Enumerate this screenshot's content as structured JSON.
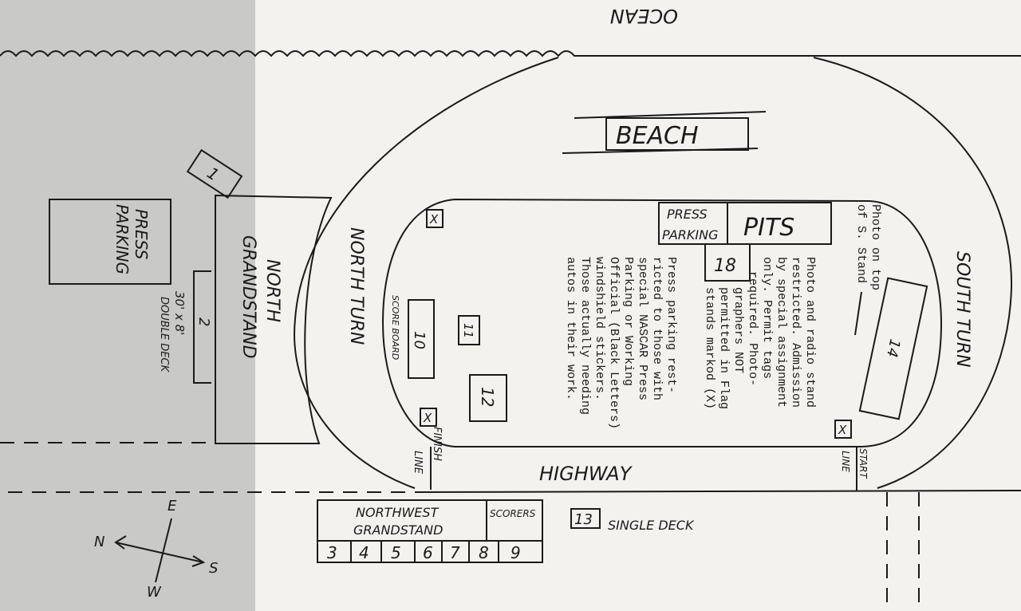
{
  "labels": {
    "ocean": "OCEAN",
    "beach": "BEACH",
    "north_turn": "NORTH TURN",
    "south_turn": "SOUTH TURN",
    "highway": "HIGHWAY",
    "press_parking_outer_1": "PRESS",
    "press_parking_outer_2": "PARKING",
    "north_grandstand_1": "NORTH",
    "north_grandstand_2": "GRANDSTAND",
    "stand_1": "1",
    "stand_2": "2",
    "double_deck_1": "30' x 8'",
    "double_deck_2": "DOUBLE DECK",
    "score_board": "SCORE BOARD",
    "stand_10": "10",
    "stand_11": "11",
    "stand_12": "12",
    "stand_13": "13",
    "single_deck": "SINGLE DECK",
    "stand_14": "14",
    "stand_18": "18",
    "press_parking_inner_1": "PRESS",
    "press_parking_inner_2": "PARKING",
    "pits": "PITS",
    "finish_1": "FINISH",
    "finish_2": "LINE",
    "start_1": "START",
    "start_2": "LINE",
    "flag_mark": "X",
    "northwest_1": "NORTHWEST",
    "northwest_2": "GRANDSTAND",
    "scorers": "SCORERS",
    "sections": [
      "3",
      "4",
      "5",
      "6",
      "7",
      "8",
      "9"
    ]
  },
  "compass": {
    "n": "N",
    "e": "E",
    "s": "S",
    "w": "W"
  },
  "notes": {
    "photo_top": [
      "Photo on top",
      "of S. Stand"
    ],
    "photo_stand": [
      "Photo and radio stand",
      "restricted. Admission",
      "by special assignment",
      "only. Permit tags",
      "required. Photo-",
      "graphers NOT",
      "permitted in Flag",
      "stands markod (X)"
    ],
    "press_parking": [
      "Press parking rest-",
      "ricted to those with",
      "special NASCAR Press",
      "Parking or Working",
      "Official (Black Letters)",
      "windshield stickers.",
      "Those actually needing",
      "autos in their work."
    ]
  }
}
